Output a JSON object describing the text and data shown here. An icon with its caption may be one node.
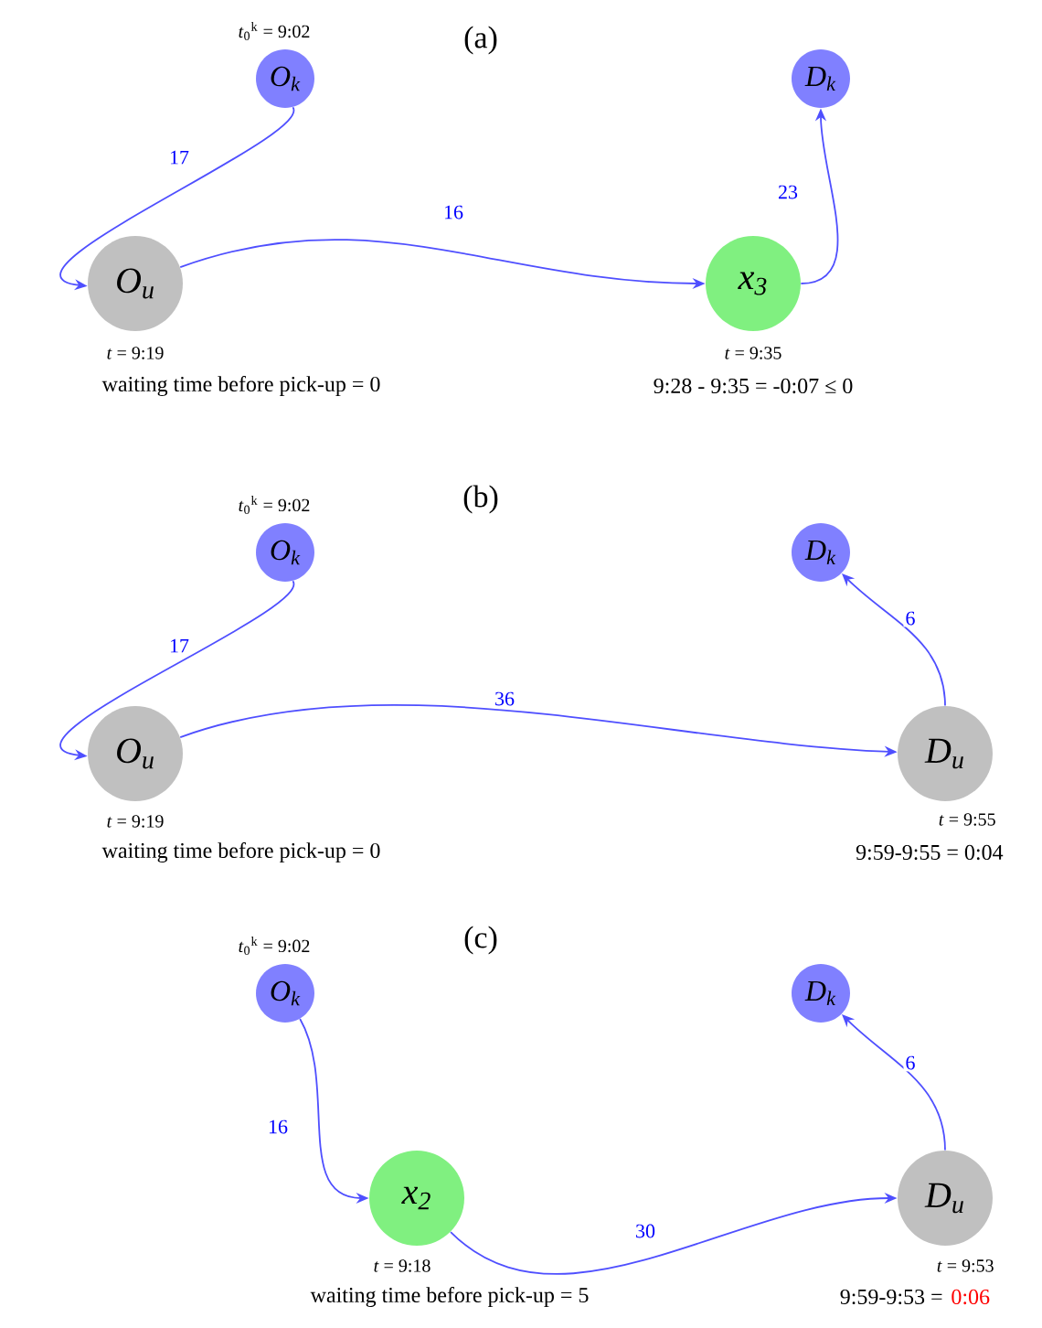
{
  "diagram": {
    "nodes": [
      {
        "text": [
          "O$_{k}$"
        ],
        "beside": [
          "*t*$_{0}$$^{k}$ = 9:02"
        ]
      },
      {
        "text": [
          "D$_{k}$"
        ]
      },
      {
        "text": [
          "O$_{u}$"
        ],
        "beside": [
          "*t* = 9:19",
          "waiting time before pick-up = 0"
        ]
      },
      {
        "text": [
          "x$_{3}$"
        ],
        "beside": [
          "*t* = 9:35",
          "9:28 - 9:35 = -0:07 ≤ 0"
        ]
      },
      {
        "text": [
          "O$_{k}$"
        ],
        "beside": [
          "*t*$_{0}$$^{k}$ = 9:02"
        ]
      },
      {
        "text": [
          "D$_{k}$"
        ]
      },
      {
        "text": [
          "O$_{u}$"
        ],
        "beside": [
          "*t* = 9:19",
          "waiting time before pick-up = 0"
        ]
      },
      {
        "text": [
          "D$_{u}$"
        ],
        "beside": [
          "*t* = 9:55",
          "9:59-9:55 = 0:04"
        ]
      },
      {
        "text": [
          "O$_{k}$"
        ],
        "beside": [
          "*t*$_{0}$$^{k}$ = 9:02"
        ]
      },
      {
        "text": [
          "D$_{k}$"
        ]
      },
      {
        "text": [
          "x$_{2}$"
        ],
        "beside": [
          "*t* = 9:18",
          "waiting time before pick-up = 5"
        ]
      },
      {
        "text": [
          "D$_{u}$"
        ],
        "beside": [
          "*t* = 9:53",
          "9:59-9:53 =",
          "0:06"
        ]
      }
    ],
    "edges": [
      {
        "from": 0,
        "to": 2,
        "arrow": "to",
        "label": "17"
      },
      {
        "from": 2,
        "to": 3,
        "arrow": "to",
        "label": "16"
      },
      {
        "from": 3,
        "to": 1,
        "arrow": "to",
        "label": "23"
      },
      {
        "from": 4,
        "to": 6,
        "arrow": "to",
        "label": "17"
      },
      {
        "from": 6,
        "to": 7,
        "arrow": "to",
        "label": "36"
      },
      {
        "from": 7,
        "to": 5,
        "arrow": "to",
        "label": "6"
      },
      {
        "from": 8,
        "to": 10,
        "arrow": "to",
        "label": "16"
      },
      {
        "from": 10,
        "to": 11,
        "arrow": "to",
        "label": "30"
      },
      {
        "from": 11,
        "to": 9,
        "arrow": "to",
        "label": "6"
      }
    ],
    "labels": [
      "(a)",
      "(b)",
      "(c)"
    ]
  }
}
